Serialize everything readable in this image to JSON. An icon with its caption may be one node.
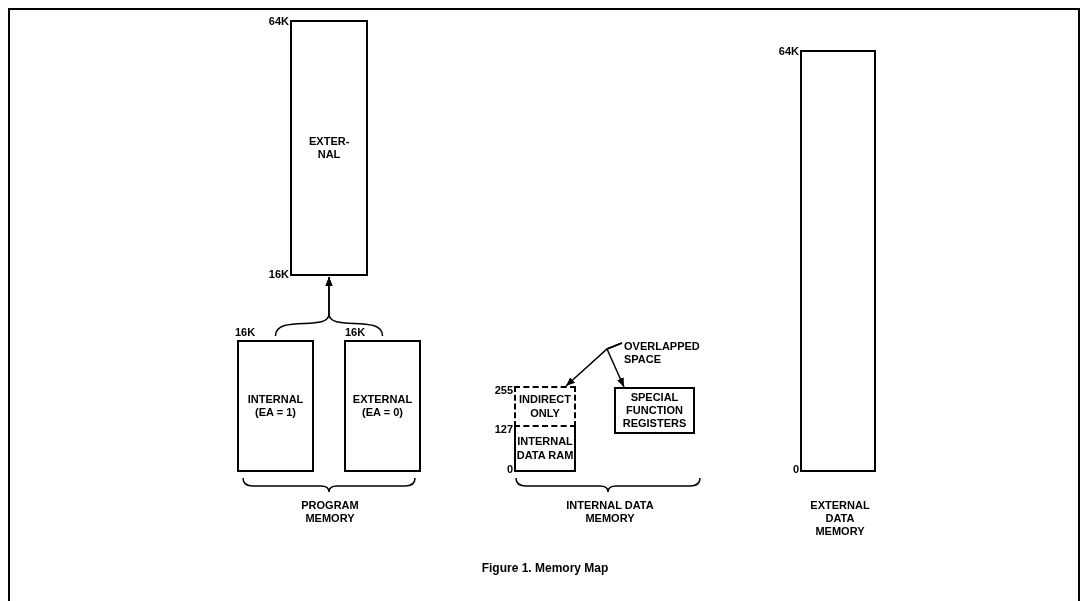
{
  "diagram": {
    "caption": "Figure 1. Memory Map",
    "nodes": [
      {
        "text": [
          "EXTER- NAL"
        ]
      },
      {
        "text": [
          "INTERNAL (EA = 1)"
        ]
      },
      {
        "text": [
          "EXTERNAL (EA = 0)"
        ]
      },
      {
        "text": [
          "OVERLAPPED SPACE"
        ]
      },
      {
        "text": [
          "INDIRECT ONLY"
        ]
      },
      {
        "text": [
          "INTERNAL DATA RAM"
        ]
      },
      {
        "text": [
          "SPECIAL FUNCTION REGISTERS"
        ]
      },
      {
        "text": [],
        "shape": "box"
      }
    ],
    "edges": [
      {
        "from": 1,
        "to": 0,
        "arrow": "to"
      },
      {
        "from": 2,
        "to": 0,
        "arrow": "to"
      },
      {
        "from": 3,
        "to": 4,
        "arrow": "to"
      },
      {
        "from": 3,
        "to": 6,
        "arrow": "to"
      }
    ],
    "labels": [
      "64K",
      "16K",
      "16K",
      "16K",
      "PROGRAM MEMORY",
      "255",
      "127",
      "0",
      "INTERNAL DATA MEMORY",
      "64K",
      "0",
      "EXTERNAL DATA MEMORY"
    ]
  }
}
